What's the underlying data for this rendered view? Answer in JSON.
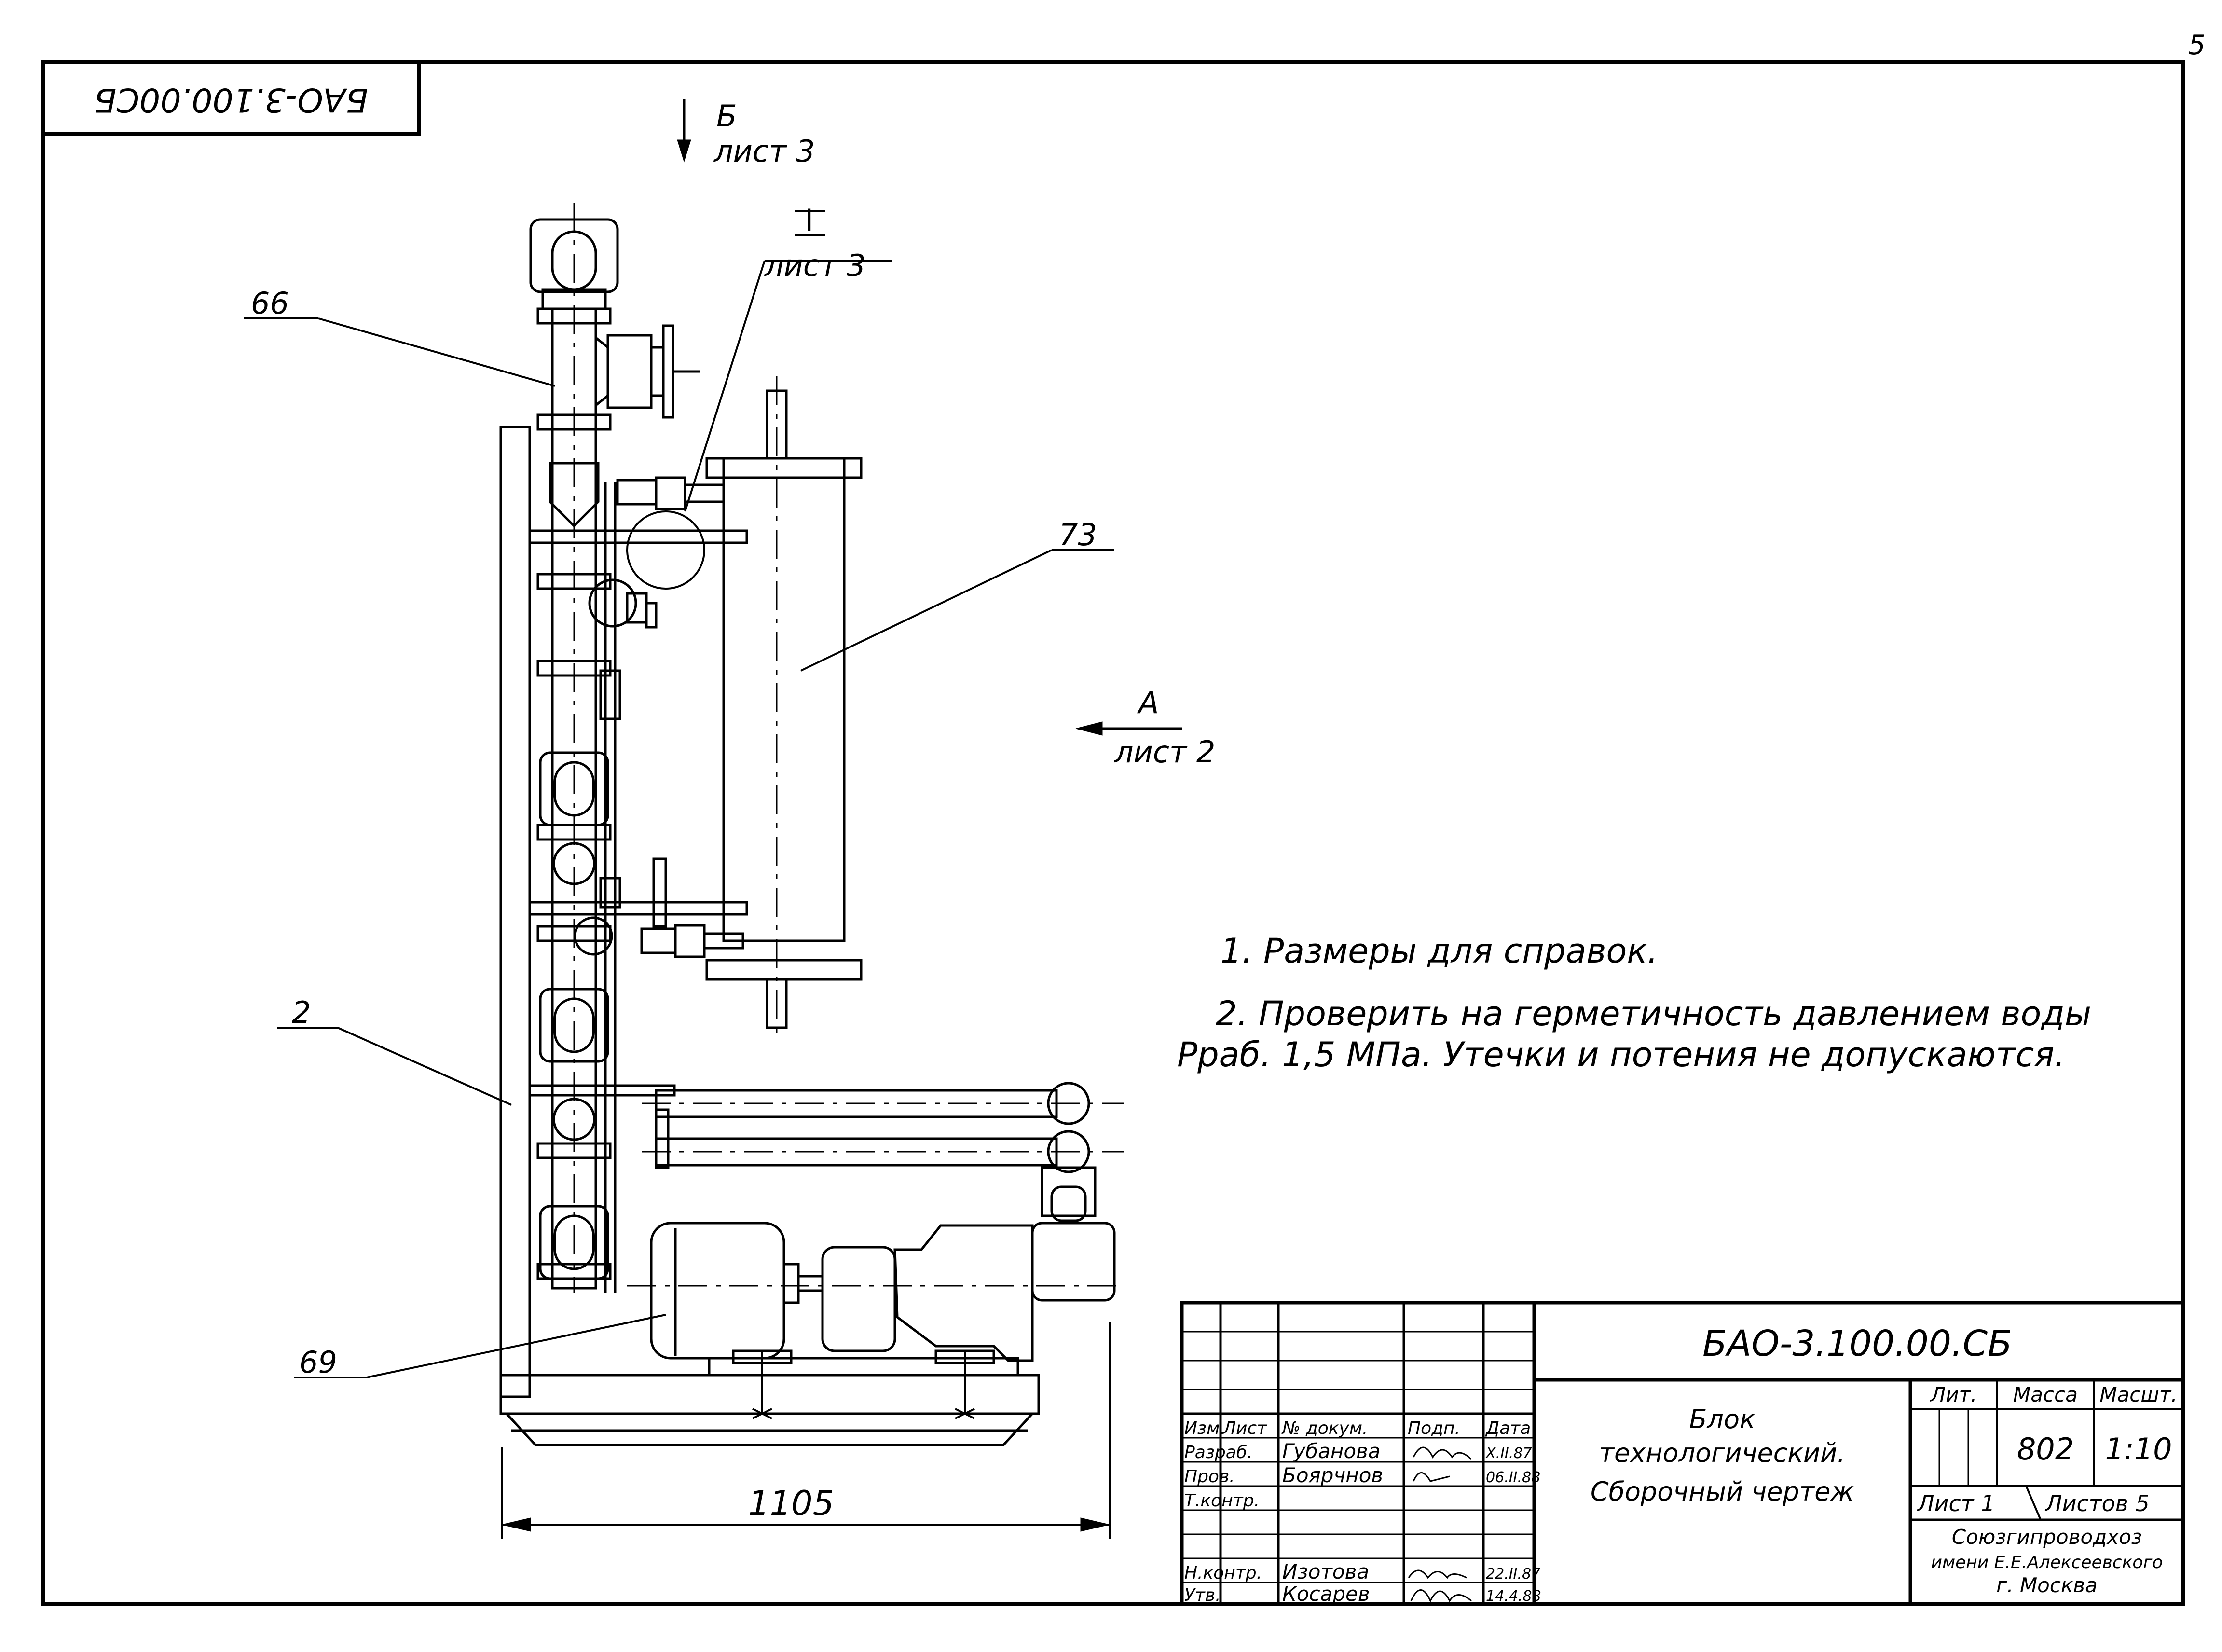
{
  "sheet": {
    "page_number": "5",
    "corner_code": "БАО-3.100.00СБ"
  },
  "views": {
    "view_b_letter": "Б",
    "view_b_sheet": "лист 3",
    "detail_i_letter": "I",
    "detail_i_sheet": "лист 3",
    "view_a_letter": "А",
    "view_a_sheet": "лист 2"
  },
  "callouts": {
    "pos_66": "66",
    "pos_73": "73",
    "pos_2": "2",
    "pos_69": "69"
  },
  "dimension": {
    "width": "1105"
  },
  "notes": {
    "note_1": "1. Размеры для справок.",
    "note_2_line1": "2. Проверить на герметичность давлением воды",
    "note_2_line2": "Рраб. 1,5 МПа. Утечки и потения не допускаются."
  },
  "title_block": {
    "designation": "БАО-3.100.00.СБ",
    "name_line1": "Блок",
    "name_line2": "технологический.",
    "name_line3": "Сборочный чертеж",
    "headers": {
      "izm": "Изм.",
      "list": "Лист",
      "doc_no": "№ докум.",
      "sign": "Подп.",
      "date": "Дата"
    },
    "roles": {
      "razrab": "Разраб.",
      "prov": "Пров.",
      "t_kontr": "Т.контр.",
      "n_kontr": "Н.контр.",
      "utv": "Утв."
    },
    "people": {
      "razrab": "Губанова",
      "prov": "Боярчнов",
      "n_kontr": "Изотова",
      "utv": "Косарев"
    },
    "dates": {
      "razrab": "Х.II.87",
      "prov": "06.II.88",
      "n_kontr": "22.II.87",
      "utv": "14.4.88"
    },
    "lit_label": "Лит.",
    "mass_label": "Масса",
    "scale_label": "Масшт.",
    "mass_value": "802",
    "scale_value": "1:10",
    "sheet_label": "Лист 1",
    "sheets_label": "Листов 5",
    "org_line1": "Союзгипроводхоз",
    "org_line2": "имени Е.Е.Алексеевского",
    "org_line3": "г. Москва"
  }
}
